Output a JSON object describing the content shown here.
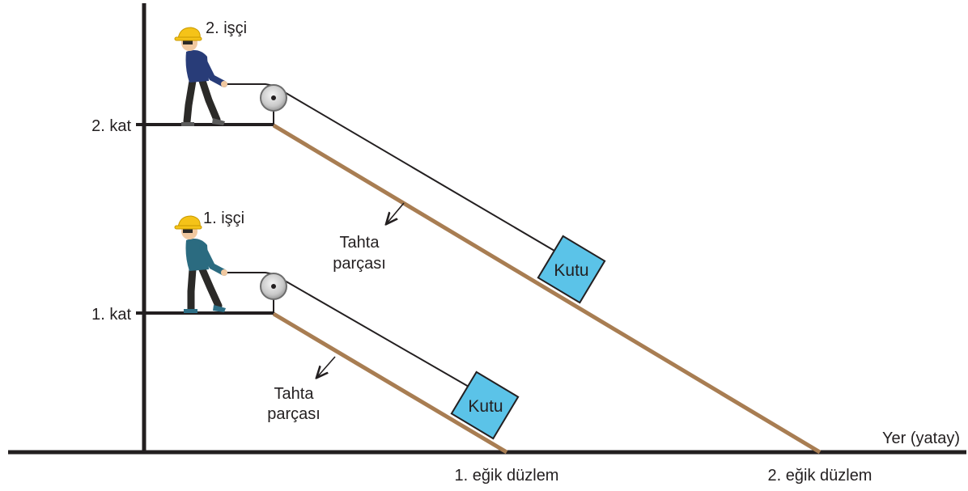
{
  "floors": {
    "floor1": "1. kat",
    "floor2": "2. kat"
  },
  "workers": {
    "worker1": "1. işçi",
    "worker2": "2. işçi"
  },
  "plank_labels": {
    "upper": {
      "line1": "Tahta",
      "line2": "parçası"
    },
    "lower": {
      "line1": "Tahta",
      "line2": "parçası"
    }
  },
  "boxes": {
    "box1": "Kutu",
    "box2": "Kutu"
  },
  "ground_label": "Yer (yatay)",
  "planes": {
    "plane1": "1. eğik düzlem",
    "plane2": "2. eğik düzlem"
  },
  "colors": {
    "plank": "#a87d52",
    "box": "#5bc3e8",
    "helmet": "#f5c318",
    "line": "#231f20"
  }
}
